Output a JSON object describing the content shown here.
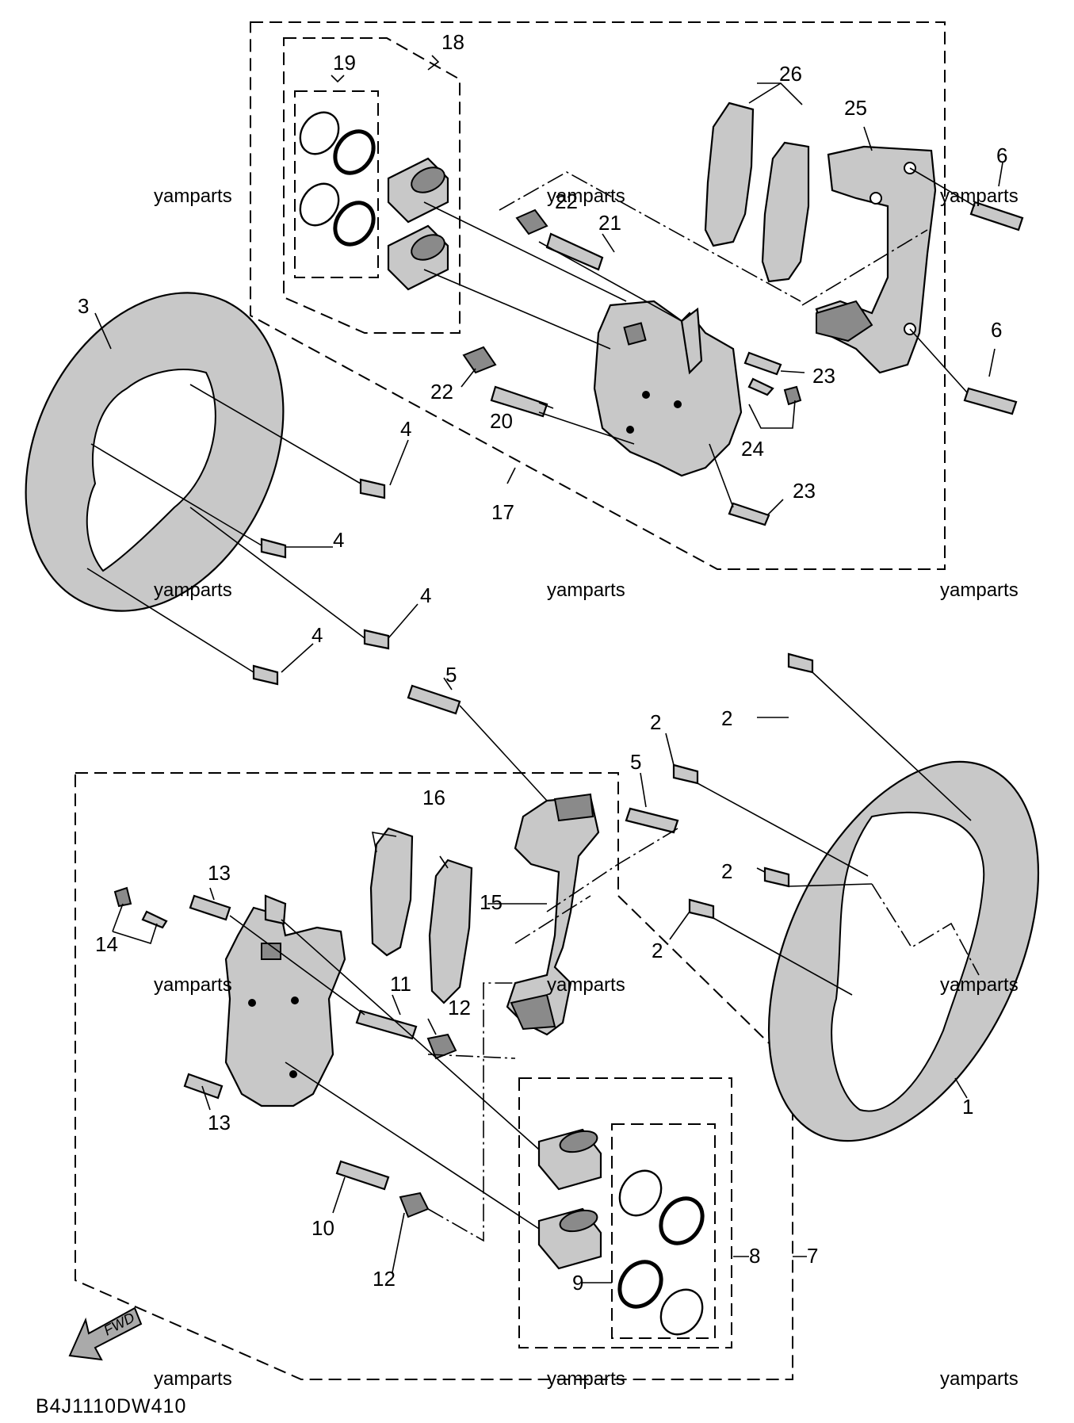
{
  "diagram_code": "B4J1110DW410",
  "fwd_label": "FWD",
  "watermark": "yamparts",
  "callouts": {
    "c1": "1",
    "c2": "2",
    "c3": "3",
    "c4": "4",
    "c5": "5",
    "c6": "6",
    "c7": "7",
    "c8": "8",
    "c9": "9",
    "c10": "10",
    "c11": "11",
    "c12": "12",
    "c13": "13",
    "c14": "14",
    "c15": "15",
    "c16": "16",
    "c17": "17",
    "c18": "18",
    "c19": "19",
    "c20": "20",
    "c21": "21",
    "c22": "22",
    "c23": "23",
    "c24": "24",
    "c25": "25",
    "c26": "26"
  },
  "colors": {
    "part_fill": "#c8c8c8",
    "part_dark": "#8a8a8a",
    "line": "#000000",
    "background": "#ffffff"
  }
}
